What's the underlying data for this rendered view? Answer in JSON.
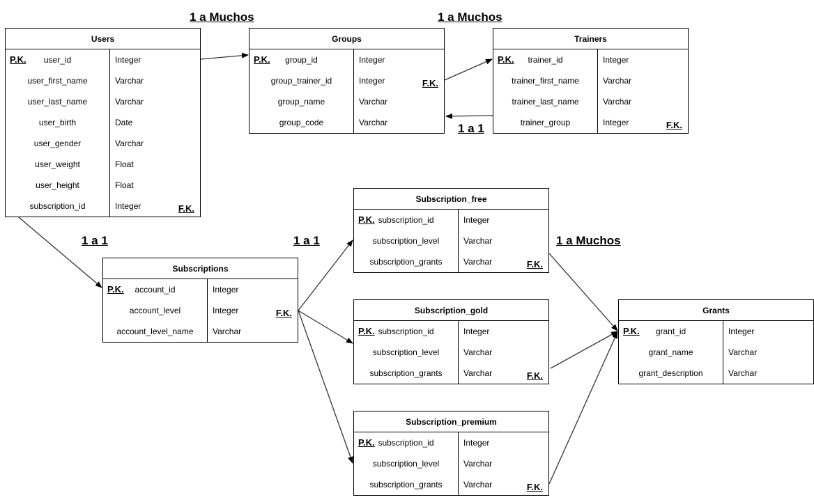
{
  "entities": [
    {
      "id": "users",
      "title": "Users",
      "rows": [
        {
          "field": "user_id",
          "type": "Integer",
          "key": "P.K."
        },
        {
          "field": "user_first_name",
          "type": "Varchar",
          "key": ""
        },
        {
          "field": "user_last_name",
          "type": "Varchar",
          "key": ""
        },
        {
          "field": "user_birth",
          "type": "Date",
          "key": ""
        },
        {
          "field": "user_gender",
          "type": "Varchar",
          "key": ""
        },
        {
          "field": "user_weight",
          "type": "Float",
          "key": ""
        },
        {
          "field": "user_height",
          "type": "Float",
          "key": ""
        },
        {
          "field": "subscription_id",
          "type": "Integer",
          "key": "F.K."
        }
      ]
    },
    {
      "id": "groups",
      "title": "Groups",
      "rows": [
        {
          "field": "group_id",
          "type": "Integer",
          "key": "P.K."
        },
        {
          "field": "group_trainer_id",
          "type": "Integer",
          "key": "F.K."
        },
        {
          "field": "group_name",
          "type": "Varchar",
          "key": ""
        },
        {
          "field": "group_code",
          "type": "Varchar",
          "key": ""
        }
      ]
    },
    {
      "id": "trainers",
      "title": "Trainers",
      "rows": [
        {
          "field": "trainer_id",
          "type": "Integer",
          "key": "P.K."
        },
        {
          "field": "trainer_first_name",
          "type": "Varchar",
          "key": ""
        },
        {
          "field": "trainer_last_name",
          "type": "Varchar",
          "key": ""
        },
        {
          "field": "trainer_group",
          "type": "Integer",
          "key": "F.K."
        }
      ]
    },
    {
      "id": "subscriptions",
      "title": "Subscriptions",
      "rows": [
        {
          "field": "account_id",
          "type": "Integer",
          "key": "P.K."
        },
        {
          "field": "account_level",
          "type": "Integer",
          "key": "F.K."
        },
        {
          "field": "account_level_name",
          "type": "Varchar",
          "key": ""
        }
      ]
    },
    {
      "id": "subscription-free",
      "title": "Subscription_free",
      "rows": [
        {
          "field": "subscription_id",
          "type": "Integer",
          "key": "P.K."
        },
        {
          "field": "subscription_level",
          "type": "Varchar",
          "key": ""
        },
        {
          "field": "subscription_grants",
          "type": "Varchar",
          "key": "F.K."
        }
      ]
    },
    {
      "id": "subscription-gold",
      "title": "Subscription_gold",
      "rows": [
        {
          "field": "subscription_id",
          "type": "Integer",
          "key": "P.K."
        },
        {
          "field": "subscription_level",
          "type": "Varchar",
          "key": ""
        },
        {
          "field": "subscription_grants",
          "type": "Varchar",
          "key": "F.K."
        }
      ]
    },
    {
      "id": "subscription-premium",
      "title": "Subscription_premium",
      "rows": [
        {
          "field": "subscription_id",
          "type": "Integer",
          "key": "P.K."
        },
        {
          "field": "subscription_level",
          "type": "Varchar",
          "key": ""
        },
        {
          "field": "subscription_grants",
          "type": "Varchar",
          "key": "F.K."
        }
      ]
    },
    {
      "id": "grants",
      "title": "Grants",
      "rows": [
        {
          "field": "grant_id",
          "type": "Integer",
          "key": "P.K."
        },
        {
          "field": "grant_name",
          "type": "Varchar",
          "key": ""
        },
        {
          "field": "grant_description",
          "type": "Varchar",
          "key": ""
        }
      ]
    }
  ],
  "relationships": [
    {
      "id": "users-groups",
      "label": "1 a Muchos"
    },
    {
      "id": "groups-trainers",
      "label": "1 a Muchos"
    },
    {
      "id": "trainers-groups",
      "label": "1 a 1"
    },
    {
      "id": "users-subscriptions",
      "label": "1 a 1"
    },
    {
      "id": "subscriptions-levels",
      "label": "1 a 1"
    },
    {
      "id": "levels-grants",
      "label": "1 a Muchos"
    }
  ]
}
